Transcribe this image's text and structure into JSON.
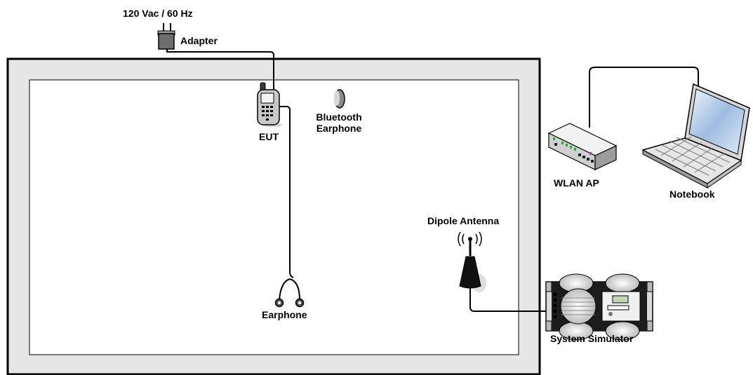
{
  "labels": {
    "power": "120 Vac / 60 Hz",
    "adapter": "Adapter",
    "eut": "EUT",
    "bluetooth_line1": "Bluetooth",
    "bluetooth_line2": "Earphone",
    "earphone": "Earphone",
    "dipole_antenna": "Dipole Antenna",
    "wlan_ap": "WLAN AP",
    "notebook": "Notebook",
    "system_simulator": "System Simulator"
  },
  "icons": {
    "power-plug": "power-plug-icon",
    "adapter": "adapter-icon",
    "eut": "mobile-phone-icon",
    "bluetooth": "bluetooth-earphone-icon",
    "earphone": "wired-earphone-icon",
    "antenna": "dipole-antenna-icon",
    "wlan": "wlan-access-point-icon",
    "notebook": "notebook-laptop-icon",
    "simulator": "system-simulator-icon"
  },
  "colors": {
    "chamber_frame": "#e6e6e6",
    "outline": "#000000"
  }
}
